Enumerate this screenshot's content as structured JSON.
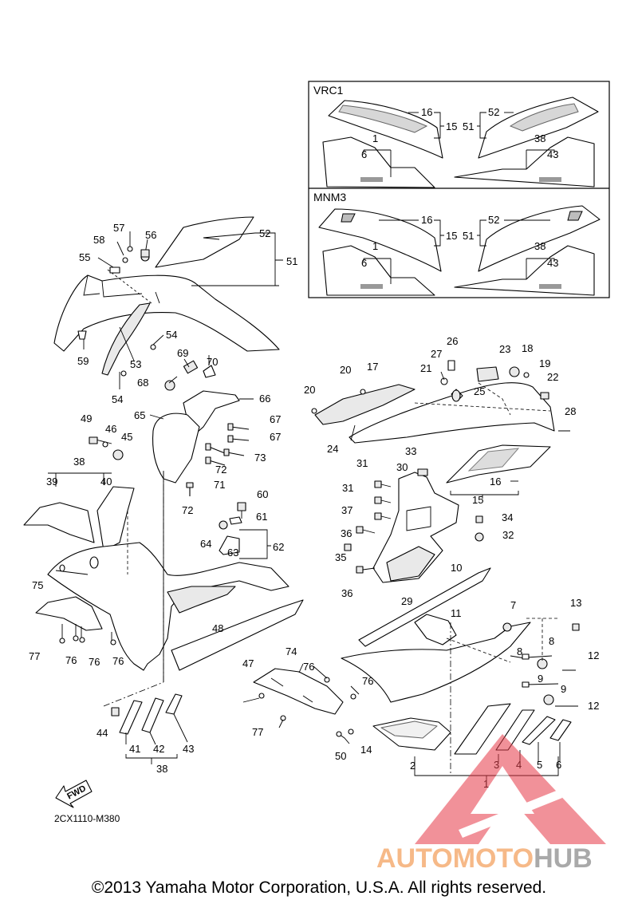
{
  "variants": [
    {
      "name": "VRC1",
      "left": {
        "top": "16",
        "bracket": "15",
        "sub1": "1",
        "sub2": "6"
      },
      "right": {
        "top": "52",
        "bracket": "51",
        "sub1": "38",
        "sub2": "43"
      }
    },
    {
      "name": "MNM3",
      "left": {
        "top": "16",
        "bracket": "15",
        "sub1": "1",
        "sub2": "6"
      },
      "right": {
        "top": "52",
        "bracket": "51",
        "sub1": "38",
        "sub2": "43"
      }
    }
  ],
  "callouts": [
    "1",
    "2",
    "3",
    "4",
    "5",
    "6",
    "7",
    "8",
    "8",
    "9",
    "9",
    "10",
    "11",
    "12",
    "12",
    "13",
    "14",
    "15",
    "16",
    "17",
    "18",
    "19",
    "20",
    "20",
    "21",
    "22",
    "23",
    "24",
    "25",
    "26",
    "27",
    "28",
    "29",
    "30",
    "31",
    "31",
    "32",
    "33",
    "34",
    "35",
    "36",
    "36",
    "37",
    "38",
    "38",
    "39",
    "40",
    "41",
    "42",
    "43",
    "44",
    "45",
    "46",
    "47",
    "48",
    "49",
    "50",
    "51",
    "52",
    "53",
    "54",
    "54",
    "55",
    "56",
    "57",
    "58",
    "59",
    "60",
    "61",
    "62",
    "63",
    "64",
    "65",
    "66",
    "67",
    "67",
    "68",
    "69",
    "70",
    "71",
    "72",
    "72",
    "73",
    "74",
    "75",
    "76",
    "76",
    "76",
    "76",
    "76",
    "77",
    "77"
  ],
  "fwd_label": "FWD",
  "diagram_code": "2CX1110-M380",
  "watermark": {
    "part1": "AUTOMOTO",
    "part2": "HUB",
    "color1": "#f4a261",
    "color2": "#8d8d8d",
    "triangle_color": "#e63946"
  },
  "copyright": "©2013 Yamaha Motor Corporation, U.S.A. All rights reserved."
}
